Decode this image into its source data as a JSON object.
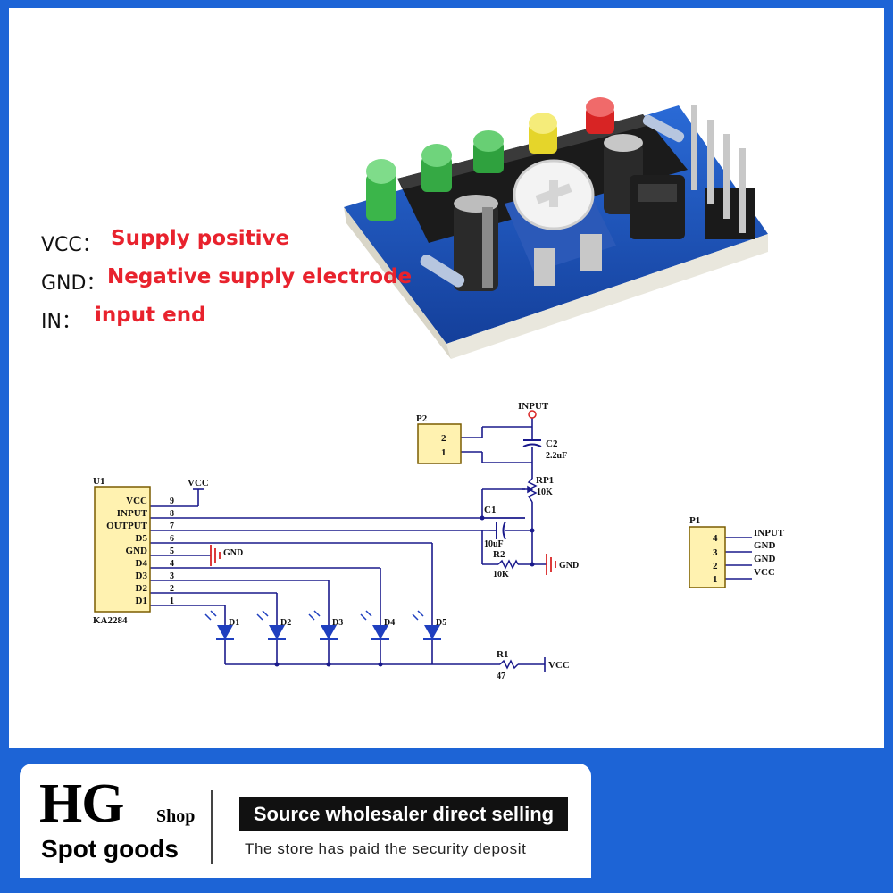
{
  "pin_labels": [
    {
      "name": "VCC：",
      "desc": "Supply positive"
    },
    {
      "name": "GND：",
      "desc": "Negative supply electrode"
    },
    {
      "name": "IN：",
      "desc": "input end"
    }
  ],
  "schematic": {
    "u1": {
      "ref": "U1",
      "part": "KA2284",
      "pins": [
        {
          "num": "9",
          "name": "VCC"
        },
        {
          "num": "8",
          "name": "INPUT"
        },
        {
          "num": "7",
          "name": "OUTPUT"
        },
        {
          "num": "6",
          "name": "D5"
        },
        {
          "num": "5",
          "name": "GND"
        },
        {
          "num": "4",
          "name": "D4"
        },
        {
          "num": "3",
          "name": "D3"
        },
        {
          "num": "2",
          "name": "D2"
        },
        {
          "num": "1",
          "name": "D1"
        }
      ]
    },
    "p2": {
      "ref": "P2",
      "pins": [
        "2",
        "1"
      ]
    },
    "p1": {
      "ref": "P1",
      "pins": [
        "4",
        "3",
        "2",
        "1"
      ],
      "nets": [
        "INPUT",
        "GND",
        "GND",
        "VCC"
      ]
    },
    "c2": {
      "ref": "C2",
      "value": "2.2uF"
    },
    "rp1": {
      "ref": "RP1",
      "value": "10K"
    },
    "c1": {
      "ref": "C1",
      "value": "10uF"
    },
    "r2": {
      "ref": "R2",
      "value": "10K"
    },
    "r1": {
      "ref": "R1",
      "value": "47"
    },
    "leds": [
      "D1",
      "D2",
      "D3",
      "D4",
      "D5"
    ],
    "net_input": "INPUT",
    "net_vcc": "VCC",
    "net_gnd": "GND",
    "gnd_tag": "GND",
    "vcc_tag": "VCC"
  },
  "footer": {
    "brand": "HG",
    "brand_sub": "Shop",
    "spot": "Spot goods",
    "badge": "Source wholesaler direct selling",
    "deposit": "The store has paid the security deposit"
  },
  "colors": {
    "frame": "#1d64d6",
    "accent": "#e8222d",
    "wire": "#1a1a8c",
    "led": "#1f3fbf",
    "pad": "#fff2b0",
    "pcb": "#1b56c4"
  }
}
